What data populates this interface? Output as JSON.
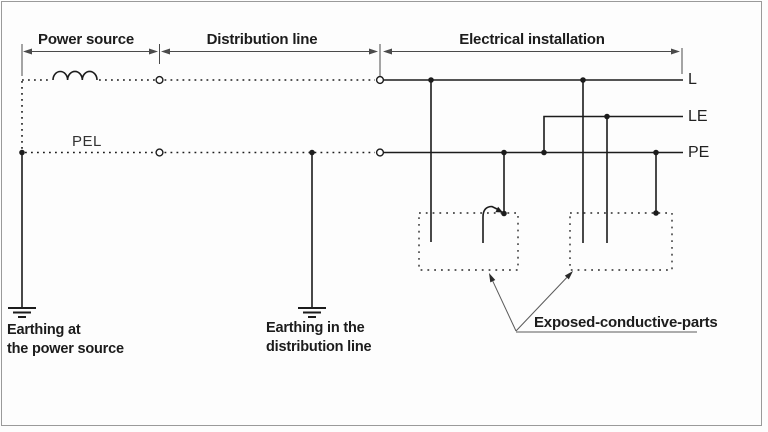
{
  "sections": {
    "power_source": "Power source",
    "distribution_line": "Distribution line",
    "electrical_installation": "Electrical installation"
  },
  "conductors": {
    "pel": "PEL",
    "l": "L",
    "le": "LE",
    "pe": "PE"
  },
  "annotations": {
    "earthing_source_1": "Earthing at",
    "earthing_source_2": "the power source",
    "earthing_dist_1": "Earthing in the",
    "earthing_dist_2": "distribution line",
    "exposed": "Exposed-conductive-parts"
  },
  "colors": {
    "line": "#1c1c1c",
    "dimension": "#4a4a4a",
    "pointer": "#5a5a5a",
    "frame": "#9a9a9a",
    "background": "#fdfdfd"
  }
}
